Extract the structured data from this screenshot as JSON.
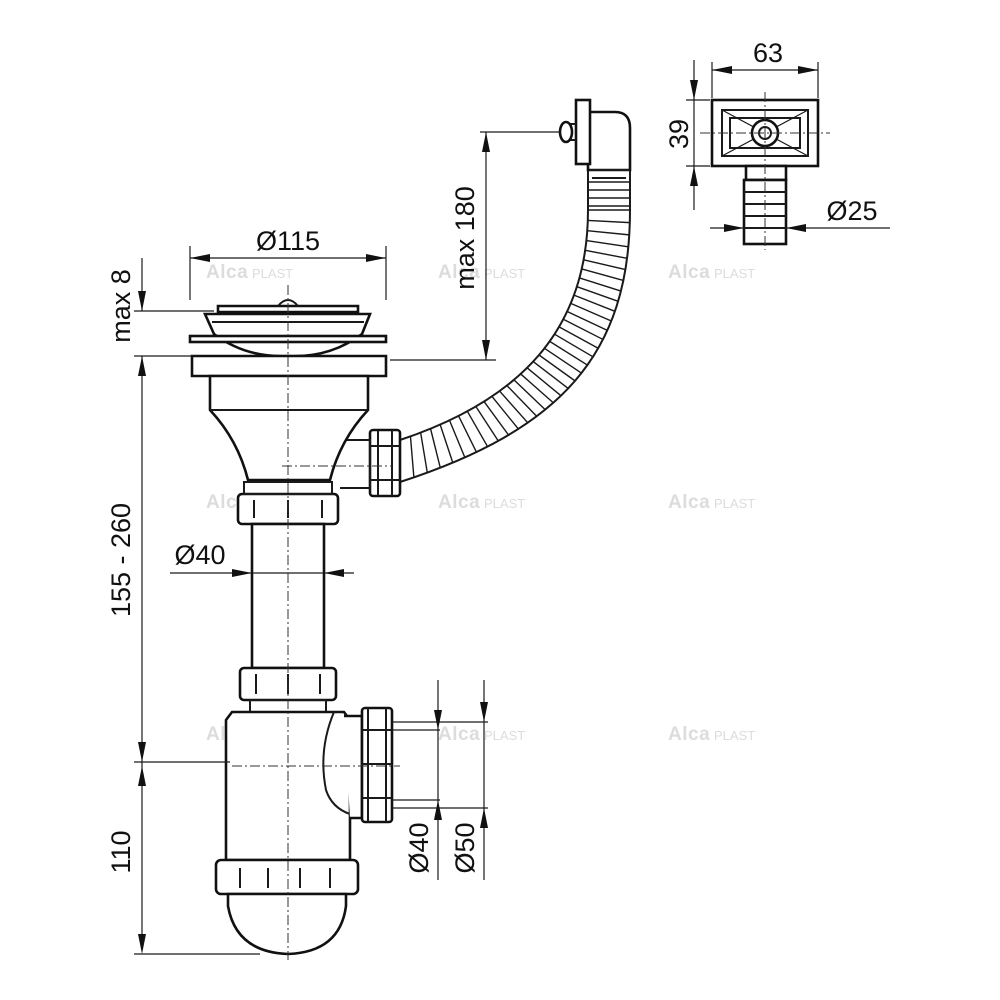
{
  "dimensions": {
    "strainer_diameter": "Ø115",
    "max_flange": "max 8",
    "overflow_height": "max 180",
    "overflow_width": "63",
    "overflow_height_small": "39",
    "overflow_outlet": "Ø25",
    "pipe_diameter": "Ø40",
    "adjustable_height": "155 - 260",
    "trap_height": "110",
    "outlet_40": "Ø40",
    "outlet_50": "Ø50"
  },
  "watermark": {
    "brand_a": "Alca",
    "brand_b": "PLAST"
  },
  "colors": {
    "line": "#1a1a1a",
    "watermark": "#dcdcdc",
    "background": "#ffffff"
  }
}
